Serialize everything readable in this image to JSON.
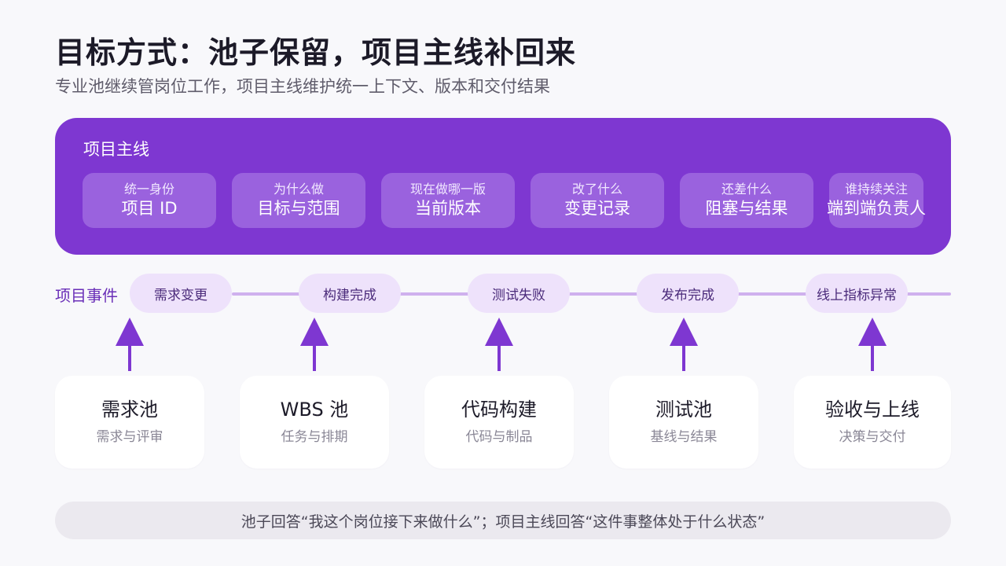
{
  "title": "目标方式：池子保留，项目主线补回来",
  "subtitle": "专业池继续管岗位工作，项目主线维护统一上下文、版本和交付结果",
  "mainline": {
    "title": "项目主线",
    "items": [
      {
        "q": "统一身份",
        "a": "项目 ID"
      },
      {
        "q": "为什么做",
        "a": "目标与范围"
      },
      {
        "q": "现在做哪一版",
        "a": "当前版本"
      },
      {
        "q": "改了什么",
        "a": "变更记录"
      },
      {
        "q": "还差什么",
        "a": "阻塞与结果"
      },
      {
        "q": "谁持续关注",
        "a": "端到端负责人"
      }
    ]
  },
  "events": {
    "label": "项目事件",
    "items": [
      "需求变更",
      "构建完成",
      "测试失败",
      "发布完成",
      "线上指标异常"
    ]
  },
  "pools": [
    {
      "name": "需求池",
      "desc": "需求与评审"
    },
    {
      "name": "WBS 池",
      "desc": "任务与排期"
    },
    {
      "name": "代码构建",
      "desc": "代码与制品"
    },
    {
      "name": "测试池",
      "desc": "基线与结果"
    },
    {
      "name": "验收与上线",
      "desc": "决策与交付"
    }
  ],
  "footer": "池子回答“我这个岗位接下来做什么”；项目主线回答“这件事整体处于什么状态”",
  "colors": {
    "mainline_bg": "#7e37d1",
    "chip_bg": "#9a62de",
    "event_bg": "#eee2fb",
    "arrow": "#7e37d1",
    "timeline": "#cfb1ee"
  }
}
